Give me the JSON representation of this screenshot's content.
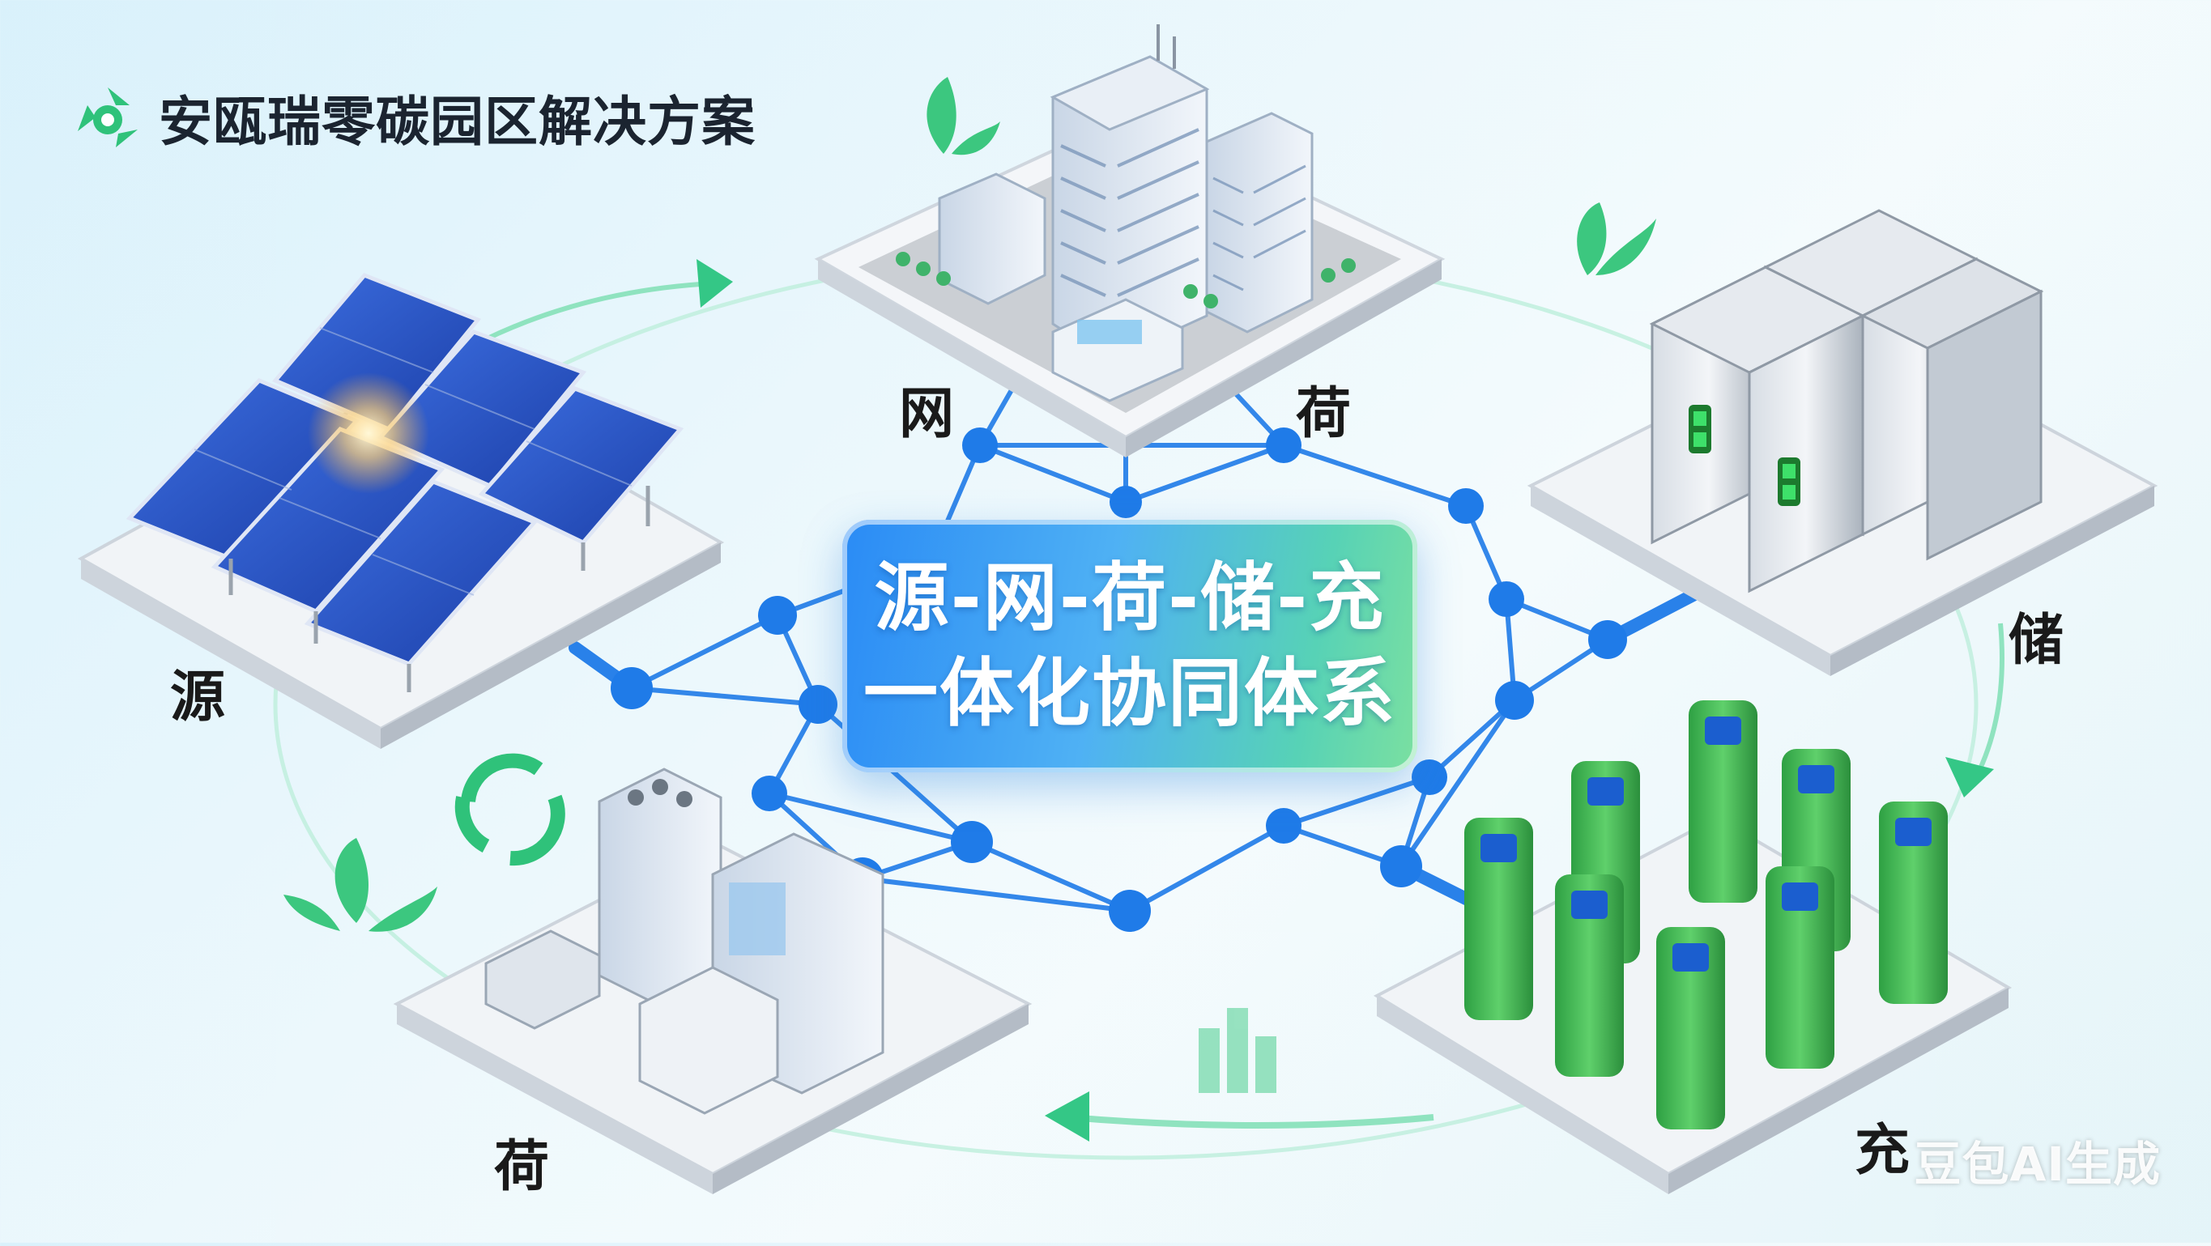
{
  "brand": {
    "title": "安瓯瑞零碳园区解决方案",
    "logo_icon": "recycle-leaf-logo-icon"
  },
  "center": {
    "line1": "源-网-荷-储-充",
    "line2": "一体化协同体系"
  },
  "nodes": {
    "source": {
      "label": "源",
      "icon": "solar-panel-array"
    },
    "grid": {
      "label": "网",
      "icon": "office-buildings"
    },
    "load_top": {
      "label": "荷",
      "icon": "office-buildings"
    },
    "storage": {
      "label": "储",
      "icon": "battery-storage-cabinets"
    },
    "charging": {
      "label": "充",
      "icon": "ev-charging-stations"
    },
    "load_bottom": {
      "label": "荷",
      "icon": "industrial-equipment"
    }
  },
  "watermark": "豆包AI生成",
  "colors": {
    "network_blue": "#1f7be8",
    "eco_green": "#2fc27a",
    "charger_green": "#39b44a"
  }
}
